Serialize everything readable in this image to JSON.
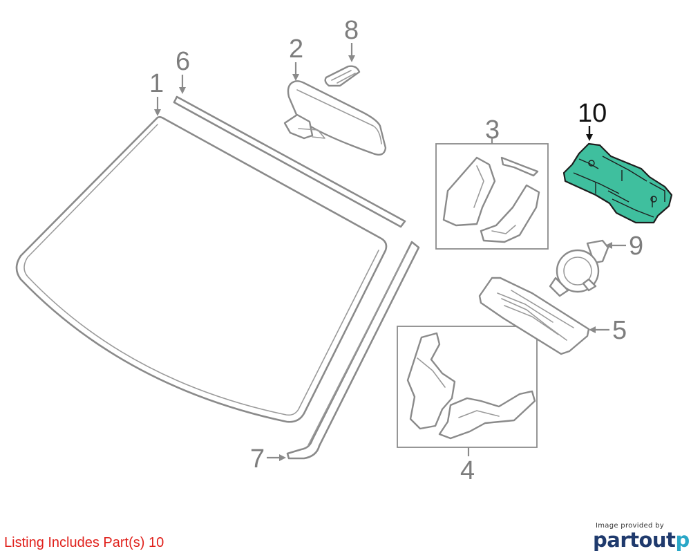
{
  "diagram": {
    "callouts": [
      {
        "id": "1",
        "label": "1",
        "highlighted": false
      },
      {
        "id": "2",
        "label": "2",
        "highlighted": false
      },
      {
        "id": "3",
        "label": "3",
        "highlighted": false
      },
      {
        "id": "4",
        "label": "4",
        "highlighted": false
      },
      {
        "id": "5",
        "label": "5",
        "highlighted": false
      },
      {
        "id": "6",
        "label": "6",
        "highlighted": false
      },
      {
        "id": "7",
        "label": "7",
        "highlighted": false
      },
      {
        "id": "8",
        "label": "8",
        "highlighted": false
      },
      {
        "id": "9",
        "label": "9",
        "highlighted": false
      },
      {
        "id": "10",
        "label": "10",
        "highlighted": true
      }
    ],
    "highlight_color": "#3fbf9e",
    "line_color": "#8a8a8a"
  },
  "listing": {
    "text": "Listing Includes Part(s) 10",
    "color": "#e0201b"
  },
  "logo": {
    "tagline": "Image provided by",
    "brand_part1": "partout",
    "brand_part2": "pro"
  }
}
